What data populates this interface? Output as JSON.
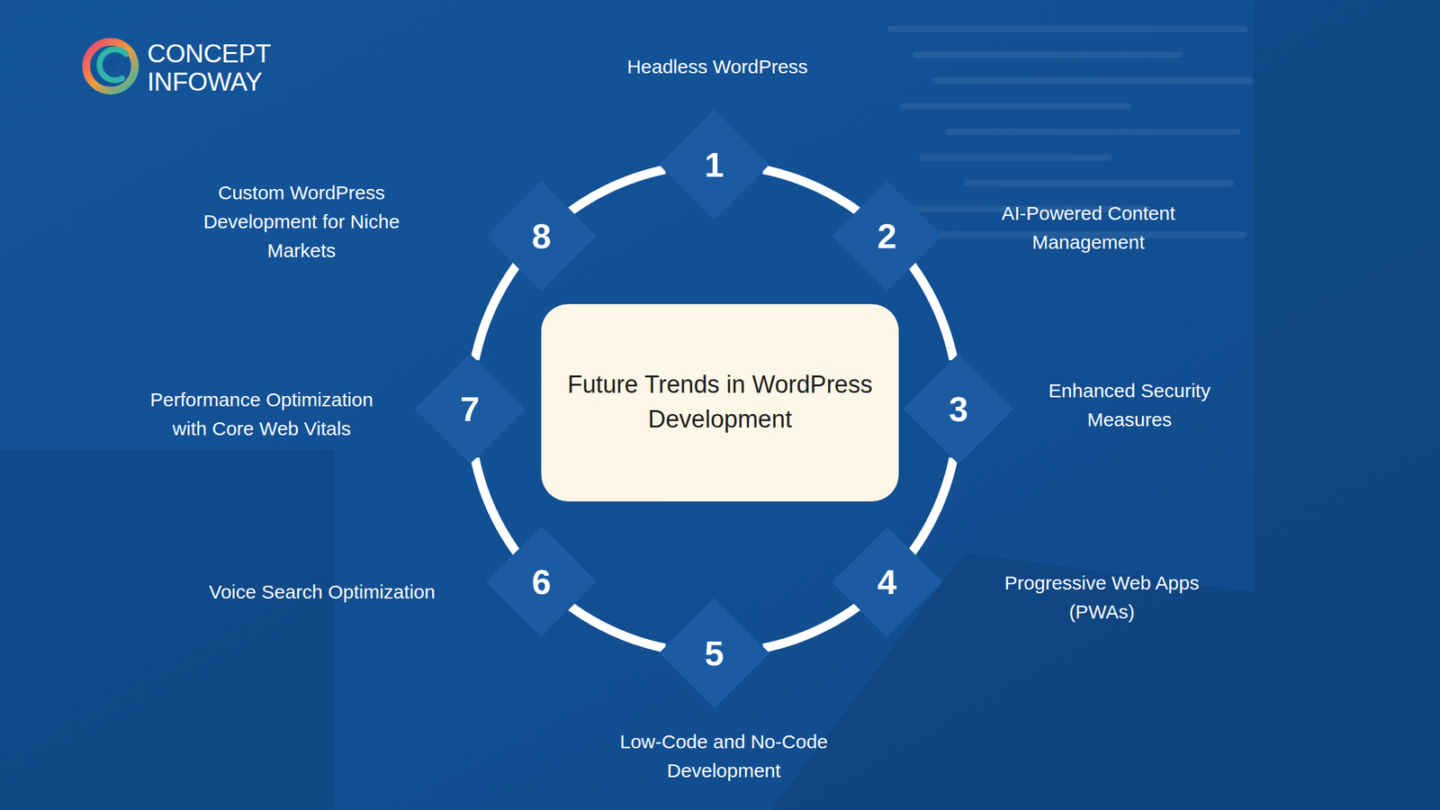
{
  "diagram": {
    "nodes": [
      {
        "text": [
          "Future Trends in WordPress Development"
        ]
      },
      {
        "text": [
          "1",
          "Headless WordPress"
        ]
      },
      {
        "text": [
          "2",
          "AI-Powered Content Management"
        ]
      },
      {
        "text": [
          "3",
          "Enhanced Security Measures"
        ]
      },
      {
        "text": [
          "4",
          "Progressive Web Apps (PWAs)"
        ]
      },
      {
        "text": [
          "5",
          "Low-Code and No-Code Development"
        ]
      },
      {
        "text": [
          "6",
          "Voice Search Optimization"
        ]
      },
      {
        "text": [
          "7",
          "Performance Optimization with Core Web Vitals"
        ]
      },
      {
        "text": [
          "8",
          "Custom WordPress Development for Niche Markets"
        ]
      }
    ],
    "edges": [
      {
        "from": 1,
        "to": 2,
        "arrow": "none"
      },
      {
        "from": 2,
        "to": 3,
        "arrow": "none"
      },
      {
        "from": 3,
        "to": 4,
        "arrow": "none"
      },
      {
        "from": 4,
        "to": 5,
        "arrow": "none"
      },
      {
        "from": 5,
        "to": 6,
        "arrow": "none"
      },
      {
        "from": 6,
        "to": 7,
        "arrow": "none"
      },
      {
        "from": 7,
        "to": 8,
        "arrow": "none"
      },
      {
        "from": 8,
        "to": 1,
        "arrow": "none"
      }
    ],
    "labels": [
      "CONCEPT",
      "INFOWAY"
    ]
  }
}
